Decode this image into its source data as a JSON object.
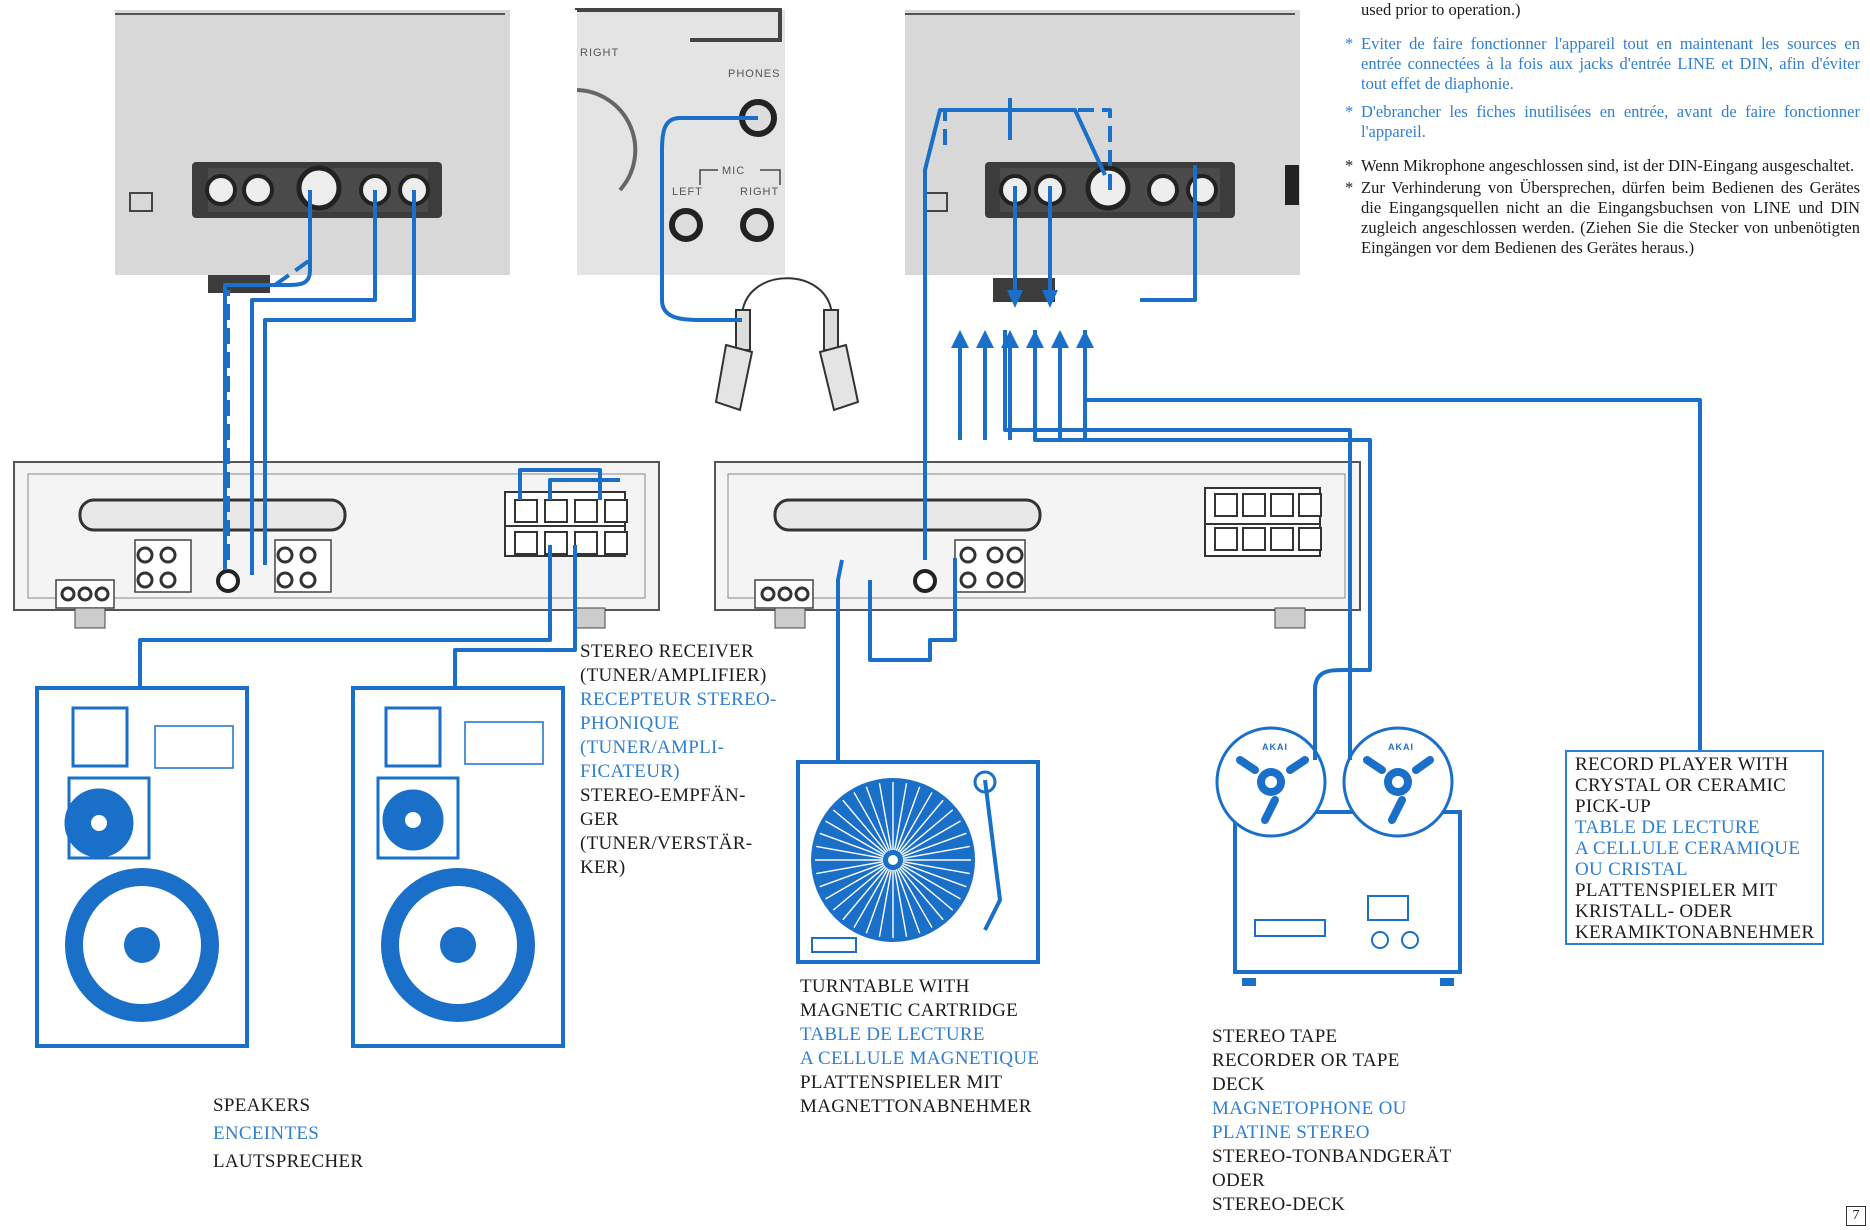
{
  "notes": {
    "top_line": "used prior to operation.)",
    "fr_items": [
      "Eviter de faire fonctionner l'appareil tout en maintenant les sources en entrée connectées à la fois aux jacks d'entrée LINE et DIN, afin d'éviter tout effet de diaphonie.",
      "D'ebrancher les fiches inutilisées en entrée, avant de faire fonctionner l'appareil."
    ],
    "de_items": [
      "Wenn Mikrophone angeschlossen sind, ist der DIN-Eingang ausgeschaltet.",
      "Zur Verhinderung von Übersprechen, dürfen beim Bedienen des Gerätes die Eingangsquellen nicht an die Eingangsbuchsen von LINE und DIN zugleich angeschlossen werden. (Ziehen Sie die Stecker von unbenötigten Eingängen vor dem Bedienen des Gerätes heraus.)"
    ],
    "bullet": "*"
  },
  "panel_labels": {
    "right": "RIGHT",
    "phones": "PHONES",
    "mic": "MIC",
    "left": "LEFT",
    "mic_right": "RIGHT"
  },
  "labels": {
    "receiver": {
      "en": [
        "STEREO RECEIVER",
        "(TUNER/AMPLIFIER)"
      ],
      "fr": [
        "RECEPTEUR STEREO-",
        "PHONIQUE",
        "(TUNER/AMPLI-",
        "FICATEUR)"
      ],
      "de": [
        "STEREO-EMPFÄN-",
        "GER",
        "(TUNER/VERSTÄR-",
        "KER)"
      ]
    },
    "speakers": {
      "en": [
        "SPEAKERS"
      ],
      "fr": [
        "ENCEINTES"
      ],
      "de": [
        "LAUTSPRECHER"
      ]
    },
    "turntable": {
      "en": [
        "TURNTABLE WITH",
        "MAGNETIC CARTRIDGE"
      ],
      "fr": [
        "TABLE DE LECTURE",
        "A CELLULE MAGNETIQUE"
      ],
      "de": [
        "PLATTENSPIELER MIT",
        "MAGNETTONABNEHMER"
      ]
    },
    "tape": {
      "en": [
        "STEREO TAPE",
        "RECORDER OR TAPE",
        "DECK"
      ],
      "fr": [
        "MAGNETOPHONE OU",
        "PLATINE STEREO"
      ],
      "de": [
        "STEREO-TONBANDGERÄT",
        "ODER",
        "STEREO-DECK"
      ]
    },
    "record_player": {
      "en": [
        "RECORD PLAYER WITH",
        "CRYSTAL OR CERAMIC",
        "PICK-UP"
      ],
      "fr": [
        "TABLE DE LECTURE",
        "A CELLULE CERAMIQUE",
        "OU CRISTAL"
      ],
      "de": [
        "PLATTENSPIELER MIT",
        "KRISTALL- ODER",
        "KERAMIKTONABNEHMER"
      ]
    }
  },
  "reel_brand": "AKAI",
  "page_number": "7",
  "colors": {
    "accent": "#2f7fd0",
    "cable": "#1a6fc8",
    "photo_gray": "#cfcfcf",
    "panel_dark": "#3c3c3c"
  }
}
